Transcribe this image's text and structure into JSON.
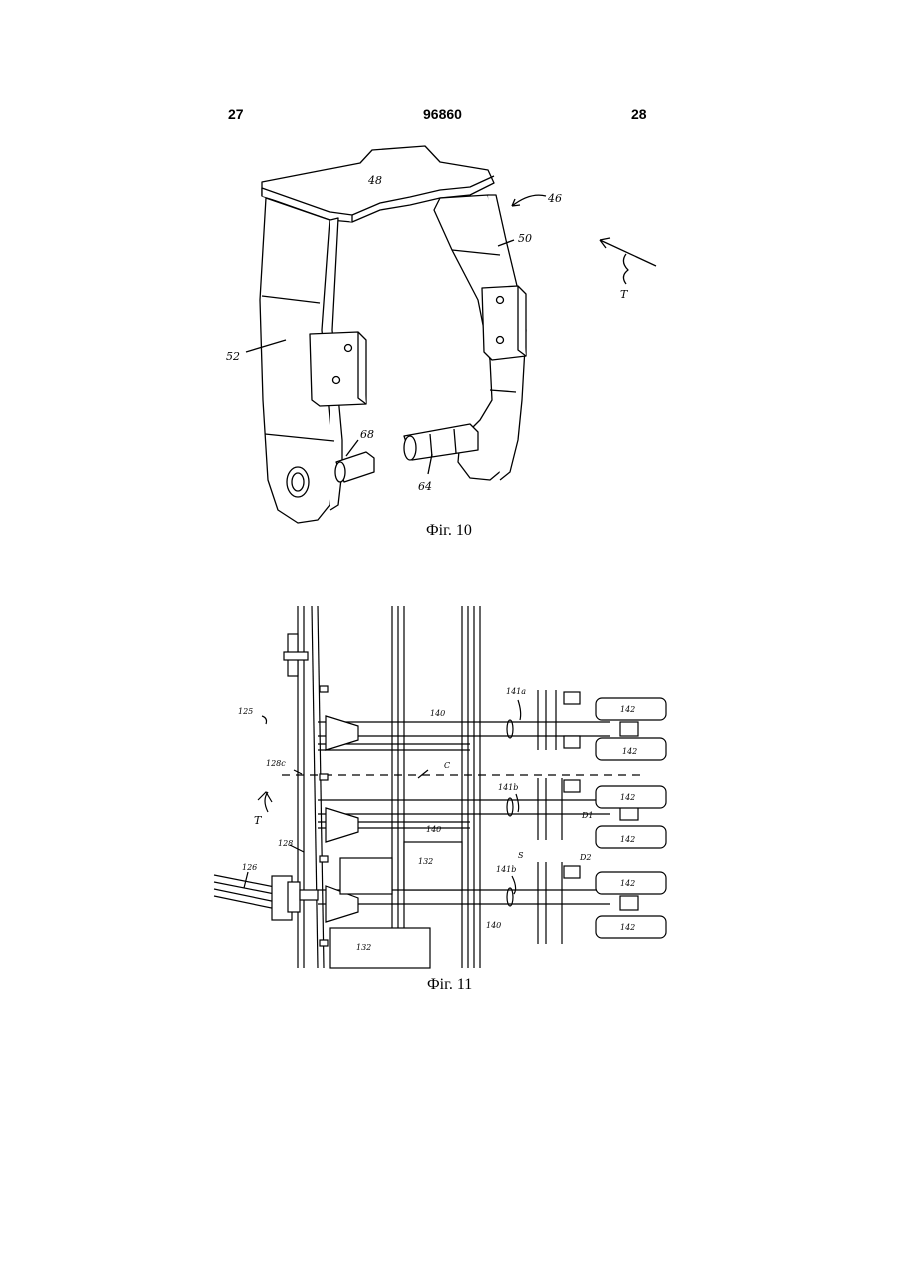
{
  "header": {
    "page_left": "27",
    "patent_number": "96860",
    "page_right": "28"
  },
  "figure10": {
    "caption": "Фiг. 10",
    "labels": {
      "ref48": "48",
      "ref46": "46",
      "ref50": "50",
      "ref52": "52",
      "ref68": "68",
      "ref64": "64",
      "refT": "T"
    }
  },
  "figure11": {
    "caption": "Фiг. 11",
    "labels": {
      "ref125": "125",
      "ref128c": "128c",
      "ref128": "128",
      "ref126": "126",
      "refT": "T",
      "ref140a": "140",
      "ref140b": "140",
      "ref140c": "140",
      "ref141a": "141a",
      "ref141b": "141b",
      "ref141c": "141b",
      "refC": "C",
      "ref132a": "132",
      "ref132b": "132",
      "ref142a": "142",
      "ref142b": "142",
      "ref142c": "142",
      "ref142d": "142",
      "ref142e": "142",
      "ref142f": "142",
      "refS": "S",
      "refD1": "D1",
      "refD2": "D2"
    }
  }
}
